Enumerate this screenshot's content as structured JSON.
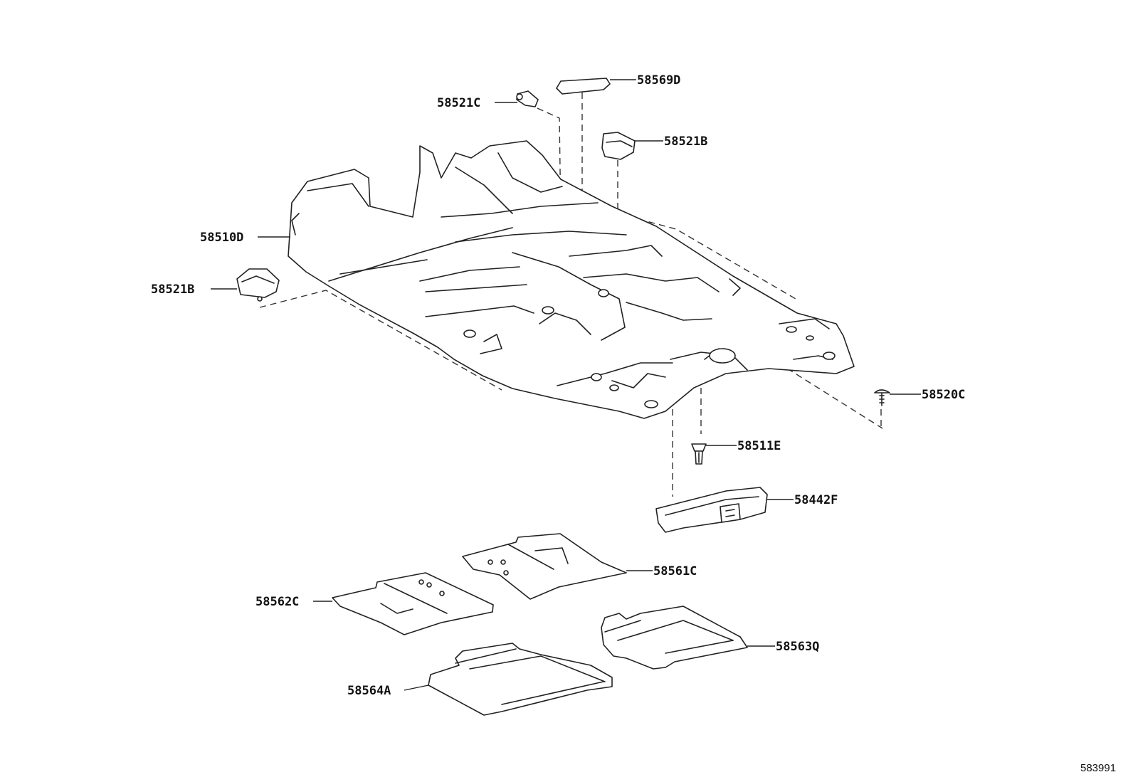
{
  "diagram": {
    "parts": {
      "p58569D": "58569D",
      "p58521C": "58521C",
      "p58521B_top": "58521B",
      "p58510D": "58510D",
      "p58521B_left": "58521B",
      "p58520C": "58520C",
      "p58511E": "58511E",
      "p58442F": "58442F",
      "p58561C": "58561C",
      "p58562C": "58562C",
      "p58563Q": "58563Q",
      "p58564A": "58564A"
    },
    "reference_id": "583991"
  }
}
